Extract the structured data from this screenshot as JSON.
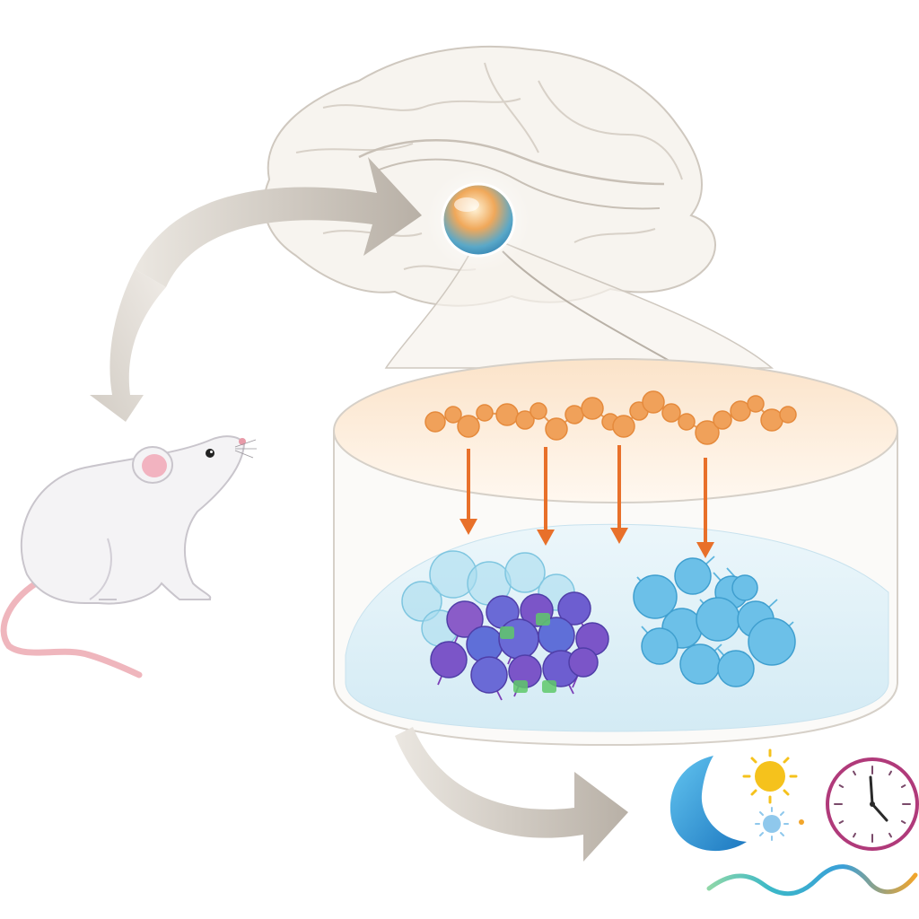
{
  "diagram": {
    "nodes": [
      {
        "id": "mouse",
        "icon": "mouse-icon"
      },
      {
        "id": "brain",
        "icon": "brain-icon"
      },
      {
        "id": "nucleus",
        "icon": "glowing-nucleus-icon"
      },
      {
        "id": "tissue",
        "icon": "tissue-cylinder-icon"
      },
      {
        "id": "signal_layer",
        "icon": "orange-molecule-chain-icon"
      },
      {
        "id": "cell_cluster_active",
        "icon": "purple-cell-cluster-icon"
      },
      {
        "id": "cell_cluster_resting",
        "icon": "blue-cell-cluster-icon"
      },
      {
        "id": "circadian",
        "icon": "moon-sun-clock-icon"
      }
    ],
    "arrows": [
      {
        "from": "brain",
        "to": "mouse",
        "icon": "curved-arrow-icon"
      },
      {
        "from": "mouse",
        "to": "nucleus",
        "icon": "curved-arrow-icon"
      },
      {
        "from": "tissue",
        "to": "circadian",
        "icon": "curved-arrow-icon"
      },
      {
        "from": "signal_layer",
        "to": "cell_cluster_active",
        "icon": "down-arrow-icon",
        "count": 2
      },
      {
        "from": "signal_layer",
        "to": "cell_cluster_resting",
        "icon": "down-arrow-icon",
        "count": 2
      }
    ],
    "colors": {
      "arrow_gray": "#c9c2b8",
      "signal_orange": "#f0a15a",
      "down_arrow": "#e8702a",
      "cell_purple": "#7b55c8",
      "cell_blue": "#6cc0e8",
      "moon_blue": "#2f93d6",
      "sun_yellow": "#f5c21c",
      "clock_magenta": "#b03a7a",
      "mouse_ear_pink": "#f2b3c0",
      "mouse_tail_pink": "#efb6bd"
    },
    "icons": [
      "mouse-icon",
      "brain-icon",
      "moon-icon",
      "sun-icon",
      "clock-icon",
      "wave-icon"
    ]
  }
}
